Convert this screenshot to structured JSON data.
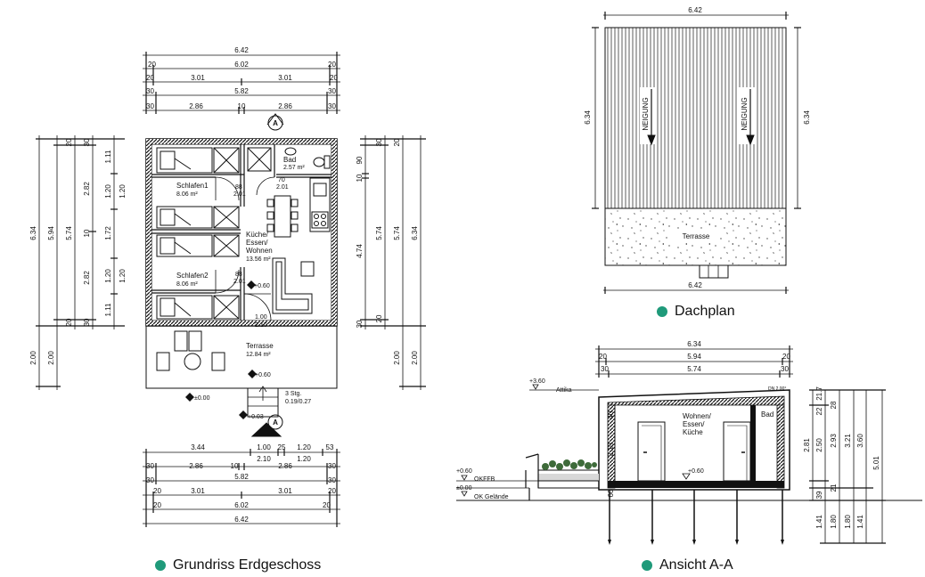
{
  "captions": {
    "floorplan": "Grundriss Erdgeschoss",
    "roof": "Dachplan",
    "section": "Ansicht A-A"
  },
  "accent_color": "#1f9a7a",
  "floorplan": {
    "dims_top": [
      "6.42",
      "20",
      "6.02",
      "20",
      "20",
      "3.01",
      "3.01",
      "20",
      "30",
      "5.82",
      "30",
      "30",
      "2.86",
      "10",
      "2.86",
      "30"
    ],
    "dims_bottom": [
      "3.44",
      "1.00",
      "25",
      "1.20",
      "53",
      "2.10",
      "1.20",
      "30",
      "2.86",
      "10",
      "2.86",
      "30",
      "30",
      "5.82",
      "30",
      "20",
      "3.01",
      "3.01",
      "20",
      "20",
      "6.02",
      "20",
      "6.42"
    ],
    "dims_left": [
      "6.34",
      "5.94",
      "5.74",
      "20",
      "30",
      "30",
      "20",
      "2.82",
      "10",
      "2.82",
      "1.11",
      "1.20",
      "1.72",
      "1.20",
      "1.11",
      "1.20",
      "1.20",
      "2.00",
      "2.00"
    ],
    "dims_right": [
      "6.34",
      "5.74",
      "4.74",
      "5.74",
      "6.34",
      "10",
      "90",
      "30",
      "20",
      "30",
      "20",
      "2.00",
      "2.00"
    ],
    "section_marker": "A",
    "rooms": {
      "schlafen1_name": "Schlafen1",
      "schlafen1_area": "8.06 m²",
      "schlafen2_name": "Schlafen2",
      "schlafen2_area": "8.06 m²",
      "bad_name": "Bad",
      "bad_area": "2.57 m²",
      "kueche_line1": "Küche/",
      "kueche_line2": "Essen/",
      "kueche_line3": "Wohnen",
      "kueche_area": "13.56 m²",
      "terrasse_name": "Terrasse",
      "terrasse_area": "12.84 m²"
    },
    "door_labels": {
      "d1_top": "88",
      "d1_bot": "2.01",
      "d2_top": "70",
      "d2_bot": "2.01",
      "d3_top": "88",
      "d3_bot": "2.01",
      "d4_top": "1.00",
      "d4_bot": "2.10"
    },
    "levels": {
      "inside": "+0.60",
      "terrace_step": "+0.60",
      "ground": "±0.00",
      "stairs_bottom": "+0.03"
    },
    "stairs": {
      "line1": "3 Stg.",
      "line2": "0.19/0.27"
    }
  },
  "roof": {
    "dim_top": "6.42",
    "dim_bottom": "6.42",
    "dim_left": "6.34",
    "dim_right": "6.34",
    "slope_label_1": "NEIGUNG",
    "slope_label_2": "NEIGUNG",
    "terrace": "Terrasse"
  },
  "section": {
    "dims_top": [
      "6.34",
      "20",
      "5.94",
      "20",
      "30",
      "5.74",
      "30"
    ],
    "attika_level": "+3.60",
    "attika_label": "Attika",
    "okffb_level": "+0.60",
    "okffb_label": "OKFFB",
    "ground_level": "±0.00",
    "ground_label": "OK Gelände",
    "roof_note": "DN 2,00°",
    "room_line1": "Wohnen/",
    "room_line2": "Essen/",
    "room_line3": "Küche",
    "room_bad": "Bad",
    "inner_level": "+0.60",
    "dims_left": [
      "40",
      "2.10",
      "60"
    ],
    "dims_right": [
      "2.81",
      "2.50",
      "2.93",
      "3.21",
      "3.60",
      "5.01",
      "22",
      "21.7",
      "28",
      "39",
      "21",
      "1.41",
      "1.80",
      "1.80",
      "1.41"
    ]
  }
}
